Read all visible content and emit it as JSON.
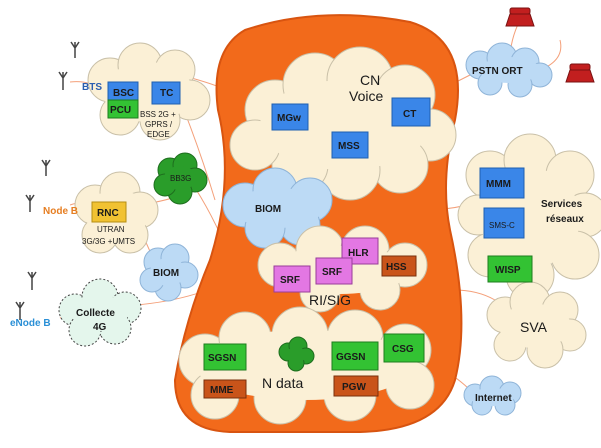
{
  "colors": {
    "core": "#f26a1b",
    "cloud": "#fbf0d6",
    "cloud_blue": "#bcdaf5",
    "cloud_green": "#2a9d2a",
    "box_blue": "#3a86e8",
    "box_yellow": "#f1c232",
    "box_green": "#33c233",
    "box_pink": "#e377e3",
    "box_orange": "#c9541a",
    "line": "#f4a07a"
  },
  "icons": [
    "antenna-icon",
    "telephone-icon"
  ],
  "radio": {
    "bts_label": "BTS",
    "bsc": "BSC",
    "tc": "TC",
    "pcu": "PCU",
    "bss_text_1": "BSS 2G +",
    "bss_text_2": "GPRS /",
    "bss_text_3": "EDGE",
    "nodeb_label": "Node B",
    "rnc": "RNC",
    "utran_1": "UTRAN",
    "utran_2": "3G/3G +UMTS",
    "enodeb_label": "eNode B",
    "collecte_1": "Collecte",
    "collecte_2": "4G",
    "bb3g": "BB3G",
    "biom_small": "BIOM"
  },
  "core": {
    "cn_voice_1": "CN",
    "cn_voice_2": "Voice",
    "mgw": "MGw",
    "mss": "MSS",
    "ct": "CT",
    "biom": "BIOM",
    "hlr": "HLR",
    "srf_1": "SRF",
    "srf_2": "SRF",
    "hss": "HSS",
    "ri_sig": "RI/SIG",
    "sgsn": "SGSN",
    "ggsn": "GGSN",
    "csg": "CSG",
    "mme": "MME",
    "pgw": "PGW",
    "n_data": "N data"
  },
  "external": {
    "pstn": "PSTN ORT",
    "mmm": "MMM",
    "services_1": "Services",
    "services_2": "réseaux",
    "smsc": "SMS-C",
    "wisp": "WISP",
    "sva": "SVA",
    "internet": "Internet"
  }
}
